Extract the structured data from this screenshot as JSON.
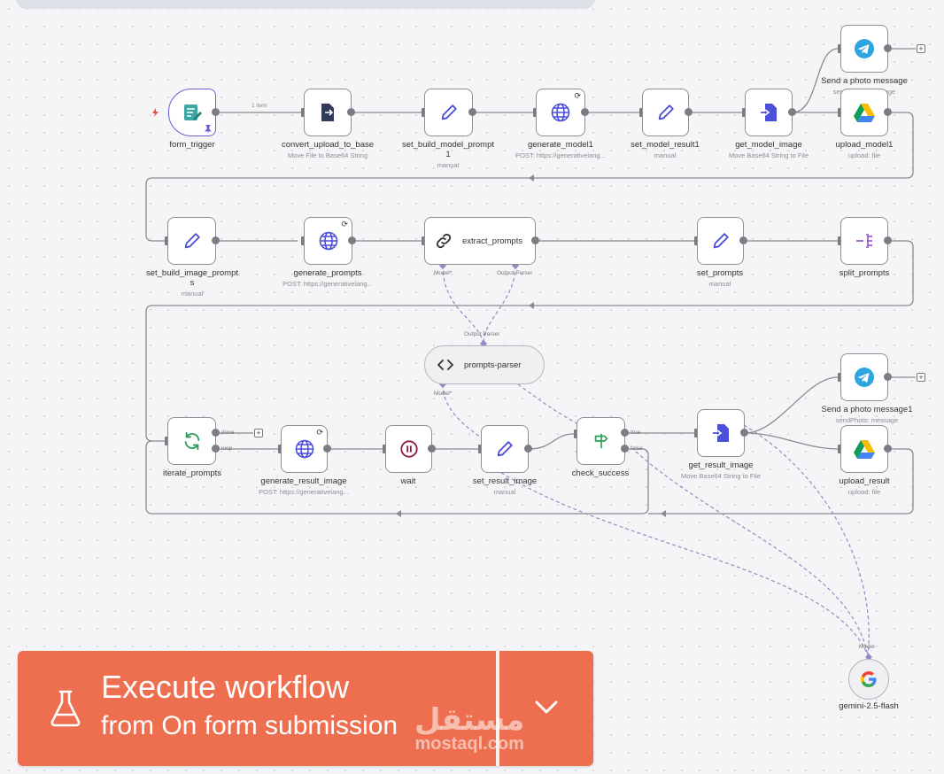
{
  "canvas": {
    "item_count_label": "1 item"
  },
  "nodes": {
    "form_trigger": {
      "title": "form_trigger"
    },
    "convert_upload_to_base": {
      "title": "convert_upload_to_base",
      "subtitle": "Move File to Base64 String"
    },
    "set_build_model_prompt1": {
      "title": "set_build_model_prompt\n1",
      "subtitle": "manual"
    },
    "generate_model1": {
      "title": "generate_model1",
      "subtitle": "POST: https://generativelang..."
    },
    "set_model_result1": {
      "title": "set_model_result1",
      "subtitle": "manual"
    },
    "get_model_image": {
      "title": "get_model_image",
      "subtitle": "Move Base64 String to File"
    },
    "send_photo_message": {
      "title": "Send a photo message",
      "subtitle": "sendPhoto: message"
    },
    "upload_model1": {
      "title": "upload_model1",
      "subtitle": "upload: file"
    },
    "set_build_image_prompts": {
      "title": "set_build_image_prompt\ns",
      "subtitle": "manual"
    },
    "generate_prompts": {
      "title": "generate_prompts",
      "subtitle": "POST: https://generativelang..."
    },
    "extract_prompts": {
      "title": "extract_prompts",
      "port_model": "Model*",
      "port_parser": "Output Parser"
    },
    "set_prompts": {
      "title": "set_prompts",
      "subtitle": "manual"
    },
    "split_prompts": {
      "title": "split_prompts"
    },
    "prompts_parser": {
      "title": "prompts-parser",
      "port_top": "Output Parser",
      "port_model": "Model*"
    },
    "iterate_prompts": {
      "title": "iterate_prompts",
      "port_done": "done",
      "port_loop": "loop"
    },
    "generate_result_image": {
      "title": "generate_result_image",
      "subtitle": "POST: https://generativelang..."
    },
    "wait": {
      "title": "wait"
    },
    "set_result_image": {
      "title": "set_result_image",
      "subtitle": "manual"
    },
    "check_success": {
      "title": "check_success",
      "port_true": "true",
      "port_false": "false"
    },
    "get_result_image": {
      "title": "get_result_image",
      "subtitle": "Move Base64 String to File"
    },
    "send_photo_message1": {
      "title": "Send a photo message1",
      "subtitle": "sendPhoto: message"
    },
    "upload_result": {
      "title": "upload_result",
      "subtitle": "upload: file"
    },
    "gemini": {
      "title": "gemini-2.5-flash",
      "port_model": "Model"
    }
  },
  "icons": {
    "pencil": "pencil-icon",
    "globe": "globe-icon",
    "convert": "convert-file-icon",
    "telegram": "telegram-icon",
    "drive": "google-drive-icon",
    "link": "link-icon",
    "split": "split-icon",
    "code": "code-icon",
    "loop": "loop-icon",
    "pause": "pause-icon",
    "signpost": "signpost-icon",
    "google": "google-icon",
    "flask": "flask-icon",
    "chevron": "chevron-down-icon"
  },
  "colors": {
    "accent_orange": "#ed6f4f",
    "trigger_purple": "#6b5bd6",
    "connector": "#8a8b90",
    "ai_connector": "#8f8cc4"
  },
  "execute_button": {
    "line1": "Execute workflow",
    "line2": "from On form submission"
  },
  "watermark": {
    "arabic": "مستقل",
    "latin": "mostaql.com"
  }
}
